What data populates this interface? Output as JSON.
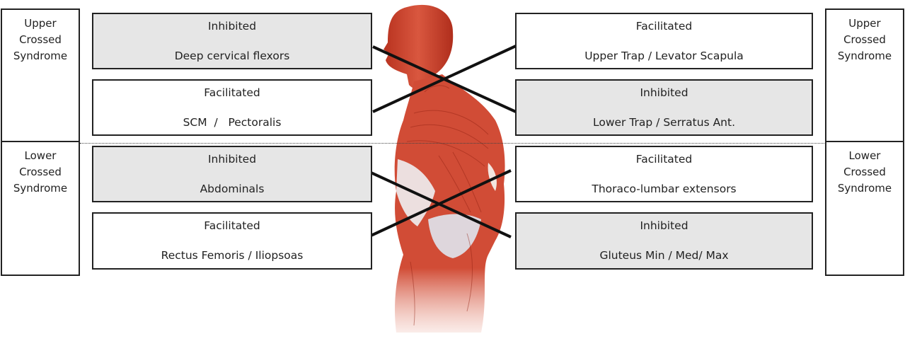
{
  "side_labels": {
    "left": {
      "upper": "Upper\nCrossed\nSyndrome",
      "lower": "Lower\nCrossed\nSyndrome"
    },
    "right": {
      "upper": "Upper\nCrossed\nSyndrome",
      "lower": "Lower\nCrossed\nSyndrome"
    }
  },
  "boxes": {
    "left": [
      {
        "status": "Inhibited",
        "muscles": "Deep cervical flexors"
      },
      {
        "status": "Facilitated",
        "muscles": "SCM  /   Pectoralis"
      },
      {
        "status": "Inhibited",
        "muscles": "Abdominals"
      },
      {
        "status": "Facilitated",
        "muscles": "Rectus Femoris / Iliopsoas"
      }
    ],
    "right": [
      {
        "status": "Facilitated",
        "muscles": "Upper Trap / Levator Scapula"
      },
      {
        "status": "Inhibited",
        "muscles": "Lower Trap / Serratus Ant."
      },
      {
        "status": "Facilitated",
        "muscles": "Thoraco-lumbar extensors"
      },
      {
        "status": "Inhibited",
        "muscles": "Gluteus Min / Med/ Max"
      }
    ]
  },
  "colors": {
    "inhibited_fill": "#e6e6e6",
    "facilitated_fill": "#ffffff",
    "muscle_red": "#c8402e",
    "border": "#222222"
  }
}
